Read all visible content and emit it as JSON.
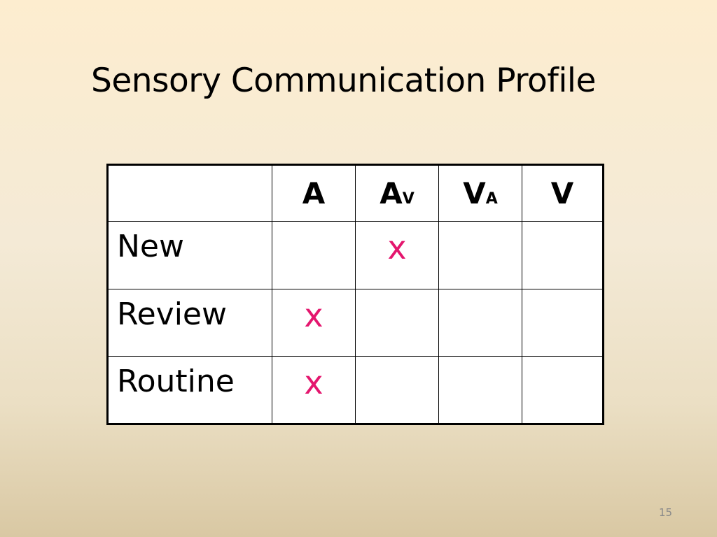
{
  "slide": {
    "title": "Sensory Communication Profile",
    "page_number": "15"
  },
  "table": {
    "columns": [
      {
        "main": "",
        "sub": ""
      },
      {
        "main": "A",
        "sub": ""
      },
      {
        "main": "A",
        "sub": "V"
      },
      {
        "main": "V",
        "sub": "A"
      },
      {
        "main": "V",
        "sub": ""
      }
    ],
    "rows": [
      {
        "label": "New",
        "cells": [
          "",
          "x",
          "",
          ""
        ]
      },
      {
        "label": "Review",
        "cells": [
          "x",
          "",
          "",
          ""
        ]
      },
      {
        "label": "Routine",
        "cells": [
          "x",
          "",
          "",
          ""
        ]
      }
    ],
    "mark_color": "#e4166e"
  }
}
